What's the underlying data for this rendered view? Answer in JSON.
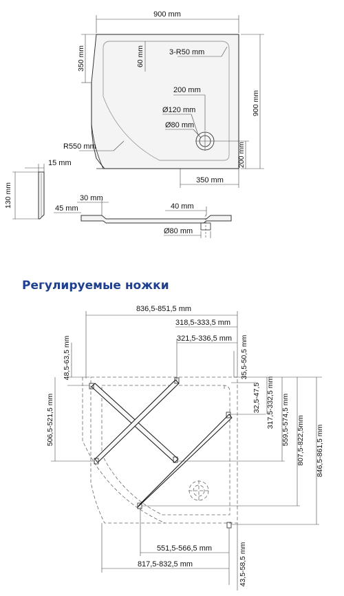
{
  "top_view": {
    "width_top": "900 mm",
    "side_left": "350 mm",
    "inner_60": "60 mm",
    "corner_radius": "3-R50 mm",
    "side_right": "900 mm",
    "drain_offset_200": "200 mm",
    "drain_d120": "Ø120 mm",
    "drain_d80": "Ø80 mm",
    "radius_main": "R550 mm",
    "right_200": "200 mm",
    "bottom_350": "350 mm"
  },
  "section_view": {
    "thickness_15": "15 mm",
    "height_130": "130 mm",
    "dim_30": "30 mm",
    "dim_45": "45 mm",
    "dim_40": "40 mm",
    "drain_d80": "Ø80 mm"
  },
  "legs_title": "Регулируемые ножки",
  "legs_view": {
    "top_total": "836,5-851,5 mm",
    "top_a": "318,5-333,5 mm",
    "top_b": "321,5-336,5 mm",
    "left_small": "48,5-63,5 mm",
    "left_long": "506,5-521,5 mm",
    "right_35": "35,5-50,5 mm",
    "right_32": "32,5-47,5",
    "right_317": "317,5-332,5 mm",
    "right_559": "559,5-574,5 mm",
    "right_807": "807,5-822,5mm",
    "right_846": "846,5-861,5 mm",
    "bottom_551": "551,5-566,5 mm",
    "bottom_817": "817,5-832,5 mm",
    "bottom_43": "43,5-58,5 mm"
  }
}
